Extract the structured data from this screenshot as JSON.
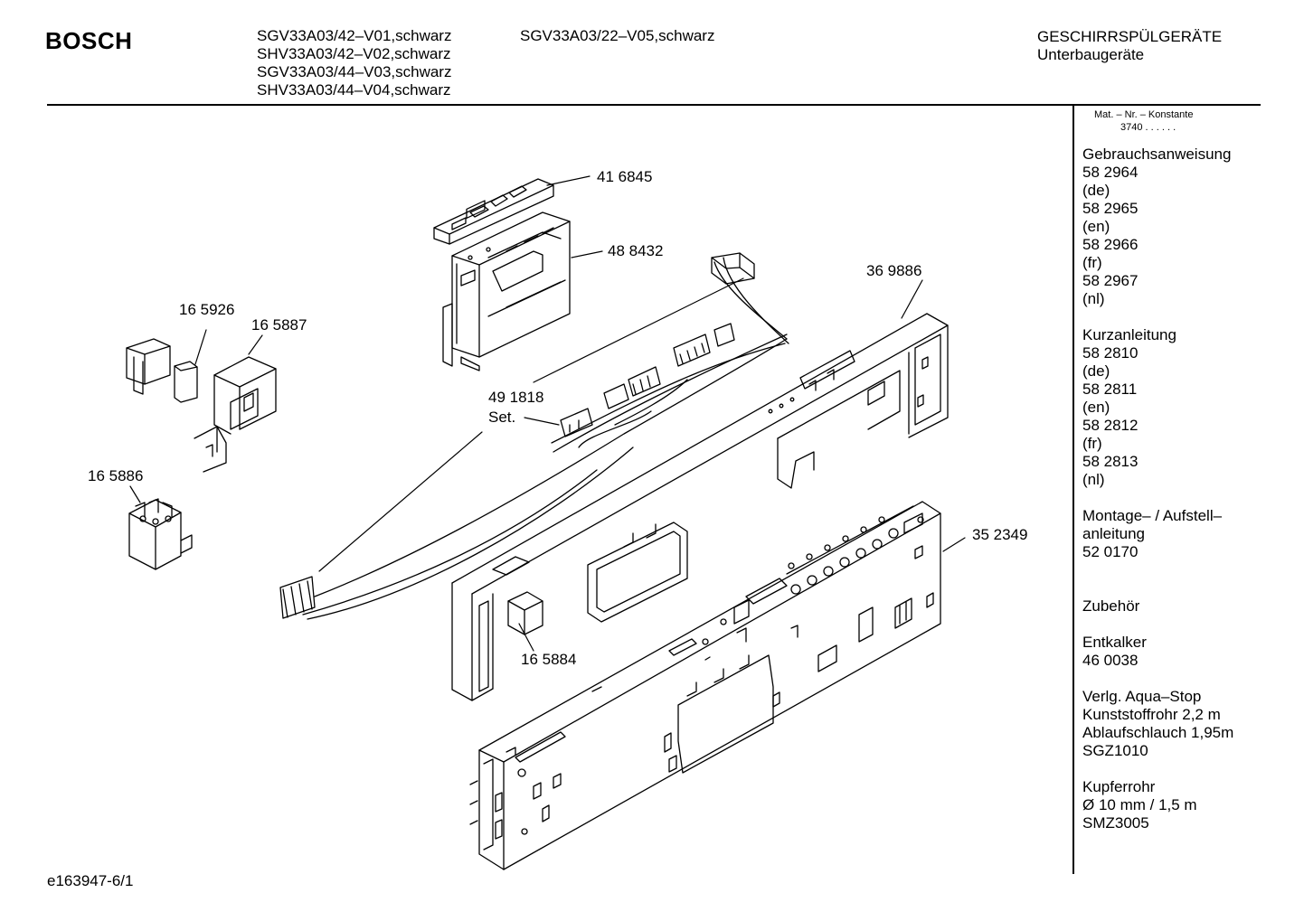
{
  "header": {
    "brand": "BOSCH",
    "models_col1": [
      "SGV33A03/42–V01,schwarz",
      "SHV33A03/42–V02,schwarz",
      "SGV33A03/44–V03,schwarz",
      "SHV33A03/44–V04,schwarz"
    ],
    "models_col2": [
      "SGV33A03/22–V05,schwarz"
    ],
    "category": "GESCHIRRSPÜLGERÄTE",
    "subcategory": "Unterbaugeräte"
  },
  "sidebar": {
    "mat_nr_label": "Mat. – Nr. – Konstante",
    "mat_nr_value": "3740 . . . . . .",
    "sections": [
      {
        "lines": [
          "Gebrauchsanweisung",
          "58 2964",
          "(de)",
          "58 2965",
          "(en)",
          "58 2966",
          "(fr)",
          "58 2967",
          "(nl)"
        ]
      },
      {
        "lines": [
          "Kurzanleitung",
          "58 2810",
          "(de)",
          "58 2811",
          "(en)",
          "58 2812",
          "(fr)",
          "58 2813",
          "(nl)"
        ]
      },
      {
        "lines": [
          "Montage– / Aufstell–",
          "anleitung",
          "52 0170"
        ]
      },
      {
        "lines": [
          "Zubehör"
        ]
      },
      {
        "lines": [
          "Entkalker",
          "46 0038"
        ]
      },
      {
        "lines": [
          "Verlg. Aqua–Stop",
          "Kunststoffrohr 2,2 m",
          "Ablaufschlauch 1,95m",
          "SGZ1010"
        ]
      },
      {
        "lines": [
          "Kupferrohr",
          "Ø 10 mm / 1,5 m",
          "SMZ3005"
        ]
      }
    ]
  },
  "parts": {
    "p416845": "41 6845",
    "p488432": "48 8432",
    "p369886": "36 9886",
    "p165926": "16 5926",
    "p165887": "16 5887",
    "p491818": "49 1818",
    "p491818_set": "Set.",
    "p165886": "16 5886",
    "p352349": "35 2349",
    "p165884": "16 5884"
  },
  "footer": {
    "drawing_id": "e163947-6/1"
  }
}
